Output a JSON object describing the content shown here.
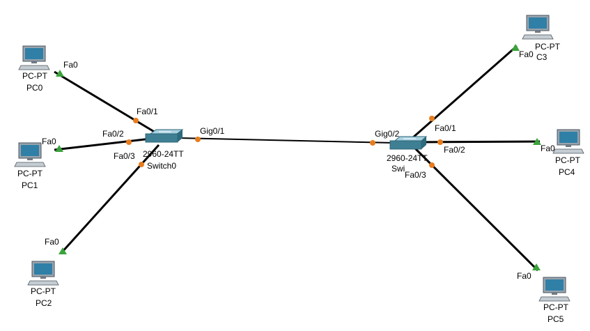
{
  "colors": {
    "cable": "#000000",
    "port_down": "#e87d1e",
    "port_up": "#3aa33a",
    "switch_top": "#7fb6c9",
    "switch_front": "#3f7f94",
    "pc_screen": "#2f7fa6",
    "pc_body": "#9aa4ad"
  },
  "devices": {
    "pc0": {
      "model": "PC-PT",
      "name": "PC0",
      "icon": "pc-icon"
    },
    "pc1": {
      "model": "PC-PT",
      "name": "PC1",
      "icon": "pc-icon"
    },
    "pc2": {
      "model": "PC-PT",
      "name": "PC2",
      "icon": "pc-icon"
    },
    "pc3": {
      "model": "PC-PT",
      "name": "C3",
      "icon": "pc-icon"
    },
    "pc4": {
      "model": "PC-PT",
      "name": "PC4",
      "icon": "pc-icon"
    },
    "pc5": {
      "model": "PC-PT",
      "name": "PC5",
      "icon": "pc-icon"
    },
    "switch0": {
      "model": "2960-24TT",
      "name": "Switch0",
      "icon": "switch-icon"
    },
    "switch1": {
      "model": "2960-24TT",
      "name": "Swi",
      "icon": "switch-icon"
    }
  },
  "ports": {
    "pc0_fa0": "Fa0",
    "pc1_fa0": "Fa0",
    "pc2_fa0": "Fa0",
    "pc3_fa0": "Fa0",
    "pc4_fa0": "Fa0",
    "pc5_fa0": "Fa0",
    "sw0_fa01": "Fa0/1",
    "sw0_fa02": "Fa0/2",
    "sw0_fa03": "Fa0/3",
    "sw0_gig01": "Gig0/1",
    "sw1_gig02": "Gig0/2",
    "sw1_fa01": "Fa0/1",
    "sw1_fa02": "Fa0/2",
    "sw1_fa03": "Fa0/3"
  }
}
